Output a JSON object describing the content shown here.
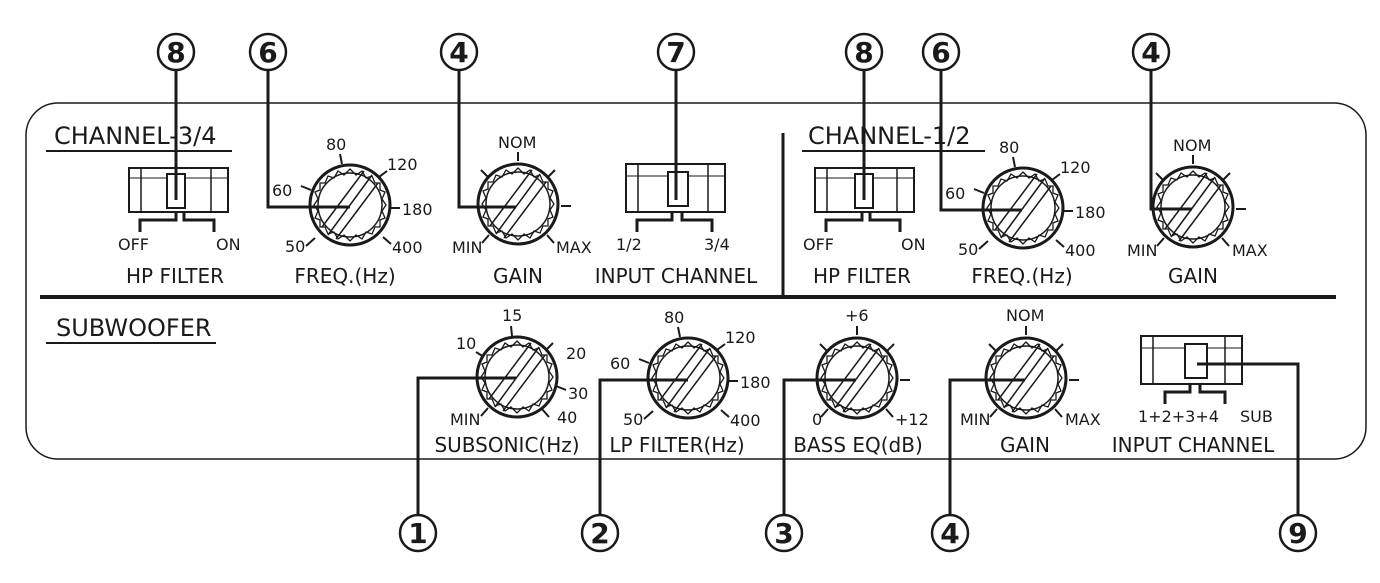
{
  "sections": {
    "ch34": "CHANNEL-3/4",
    "ch12": "CHANNEL-1/2",
    "sub": "SUBWOOFER"
  },
  "callouts": [
    "8",
    "6",
    "4",
    "7",
    "8",
    "6",
    "4",
    "1",
    "2",
    "3",
    "4",
    "9"
  ],
  "ch34": {
    "hp_filter": {
      "label": "HP FILTER",
      "off": "OFF",
      "on": "ON"
    },
    "freq": {
      "label": "FREQ.(Hz)",
      "ticks": [
        "50",
        "60",
        "80",
        "120",
        "180",
        "400"
      ]
    },
    "gain": {
      "label": "GAIN",
      "ticks": [
        "MIN",
        "NOM",
        "MAX"
      ]
    },
    "input": {
      "label": "INPUT CHANNEL",
      "left": "1/2",
      "right": "3/4"
    }
  },
  "ch12": {
    "hp_filter": {
      "label": "HP FILTER",
      "off": "OFF",
      "on": "ON"
    },
    "freq": {
      "label": "FREQ.(Hz)",
      "ticks": [
        "50",
        "60",
        "80",
        "120",
        "180",
        "400"
      ]
    },
    "gain": {
      "label": "GAIN",
      "ticks": [
        "MIN",
        "NOM",
        "MAX"
      ]
    }
  },
  "sub": {
    "subsonic": {
      "label": "SUBSONIC(Hz)",
      "ticks": [
        "MIN",
        "10",
        "15",
        "20",
        "30",
        "40"
      ]
    },
    "lp_filter": {
      "label": "LP FILTER(Hz)",
      "ticks": [
        "50",
        "60",
        "80",
        "120",
        "180",
        "400"
      ]
    },
    "bass_eq": {
      "label": "BASS EQ(dB)",
      "ticks": [
        "0",
        "+6",
        "+12"
      ]
    },
    "gain": {
      "label": "GAIN",
      "ticks": [
        "MIN",
        "NOM",
        "MAX"
      ]
    },
    "input": {
      "label": "INPUT CHANNEL",
      "left": "1+2+3+4",
      "right": "SUB"
    }
  }
}
